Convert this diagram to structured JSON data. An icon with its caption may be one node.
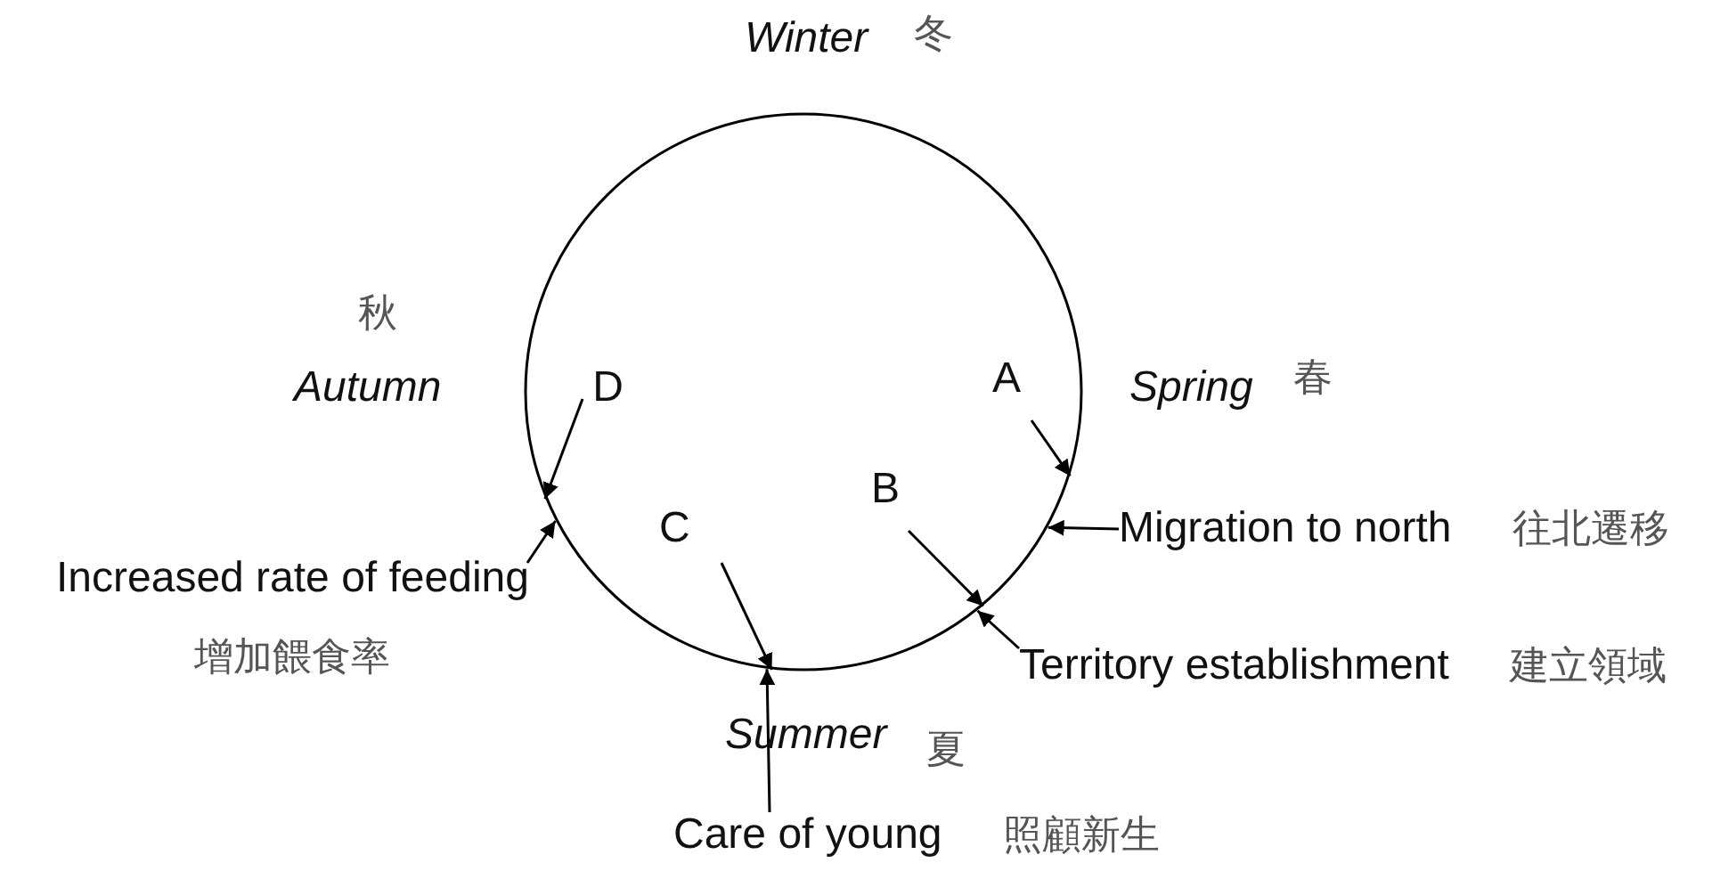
{
  "diagram": {
    "nodes": [
      {
        "text": [],
        "shape": "circle"
      },
      {
        "text": [
          "A"
        ],
        "in": 0
      },
      {
        "text": [
          "B"
        ],
        "in": 0
      },
      {
        "text": [
          "C"
        ],
        "in": 0
      },
      {
        "text": [
          "D"
        ],
        "in": 0
      },
      {
        "text": [
          "Migration to north",
          "往北遷移"
        ]
      },
      {
        "text": [
          "Territory establishment",
          "建立領域"
        ]
      },
      {
        "text": [
          "Care of young",
          "照顧新生"
        ]
      },
      {
        "text": [
          "Increased rate of feeding",
          "增加餵食率"
        ]
      }
    ],
    "edges": [
      {
        "from": 1,
        "to": 0,
        "arrow": "to"
      },
      {
        "from": 5,
        "to": 0,
        "arrow": "to"
      },
      {
        "from": 2,
        "to": 0,
        "arrow": "to"
      },
      {
        "from": 6,
        "to": 0,
        "arrow": "to"
      },
      {
        "from": 3,
        "to": 0,
        "arrow": "to"
      },
      {
        "from": 7,
        "to": 0,
        "arrow": "to"
      },
      {
        "from": 4,
        "to": 0,
        "arrow": "to"
      },
      {
        "from": 8,
        "to": 0,
        "arrow": "to"
      }
    ],
    "labels": [
      "Winter",
      "冬",
      "秋",
      "Autumn",
      "Spring",
      "春",
      "Summer",
      "夏"
    ]
  }
}
